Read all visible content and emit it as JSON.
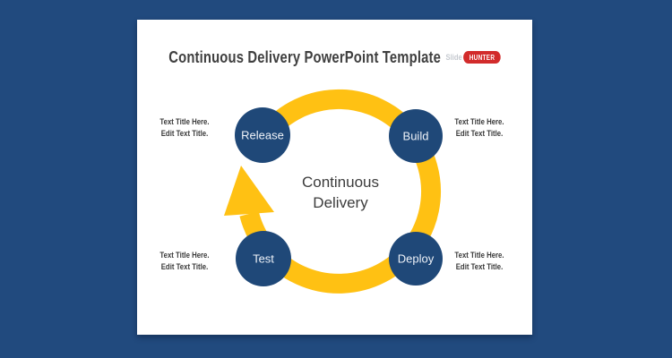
{
  "page": {
    "background_color": "#214a7e",
    "card_color": "#ffffff"
  },
  "header": {
    "title": "Continuous Delivery PowerPoint Template",
    "logo": {
      "prefix": "Slide",
      "badge": "HUNTER",
      "badge_color": "#d22b2b"
    }
  },
  "diagram": {
    "type": "cycle",
    "direction": "clockwise",
    "ring_color": "#ffc113",
    "node_color": "#1f4878",
    "node_text_color": "#eef2f8",
    "center_label": {
      "line1": "Continuous",
      "line2": "Delivery"
    },
    "nodes": [
      {
        "label": "Release",
        "position": "top-left",
        "note_line1": "Text Title Here.",
        "note_line2": "Edit Text Title."
      },
      {
        "label": "Build",
        "position": "top-right",
        "note_line1": "Text Title Here.",
        "note_line2": "Edit Text Title."
      },
      {
        "label": "Test",
        "position": "bottom-left",
        "note_line1": "Text Title Here.",
        "note_line2": "Edit Text Title."
      },
      {
        "label": "Deploy",
        "position": "bottom-right",
        "note_line1": "Text Title Here.",
        "note_line2": "Edit Text Title."
      }
    ]
  }
}
